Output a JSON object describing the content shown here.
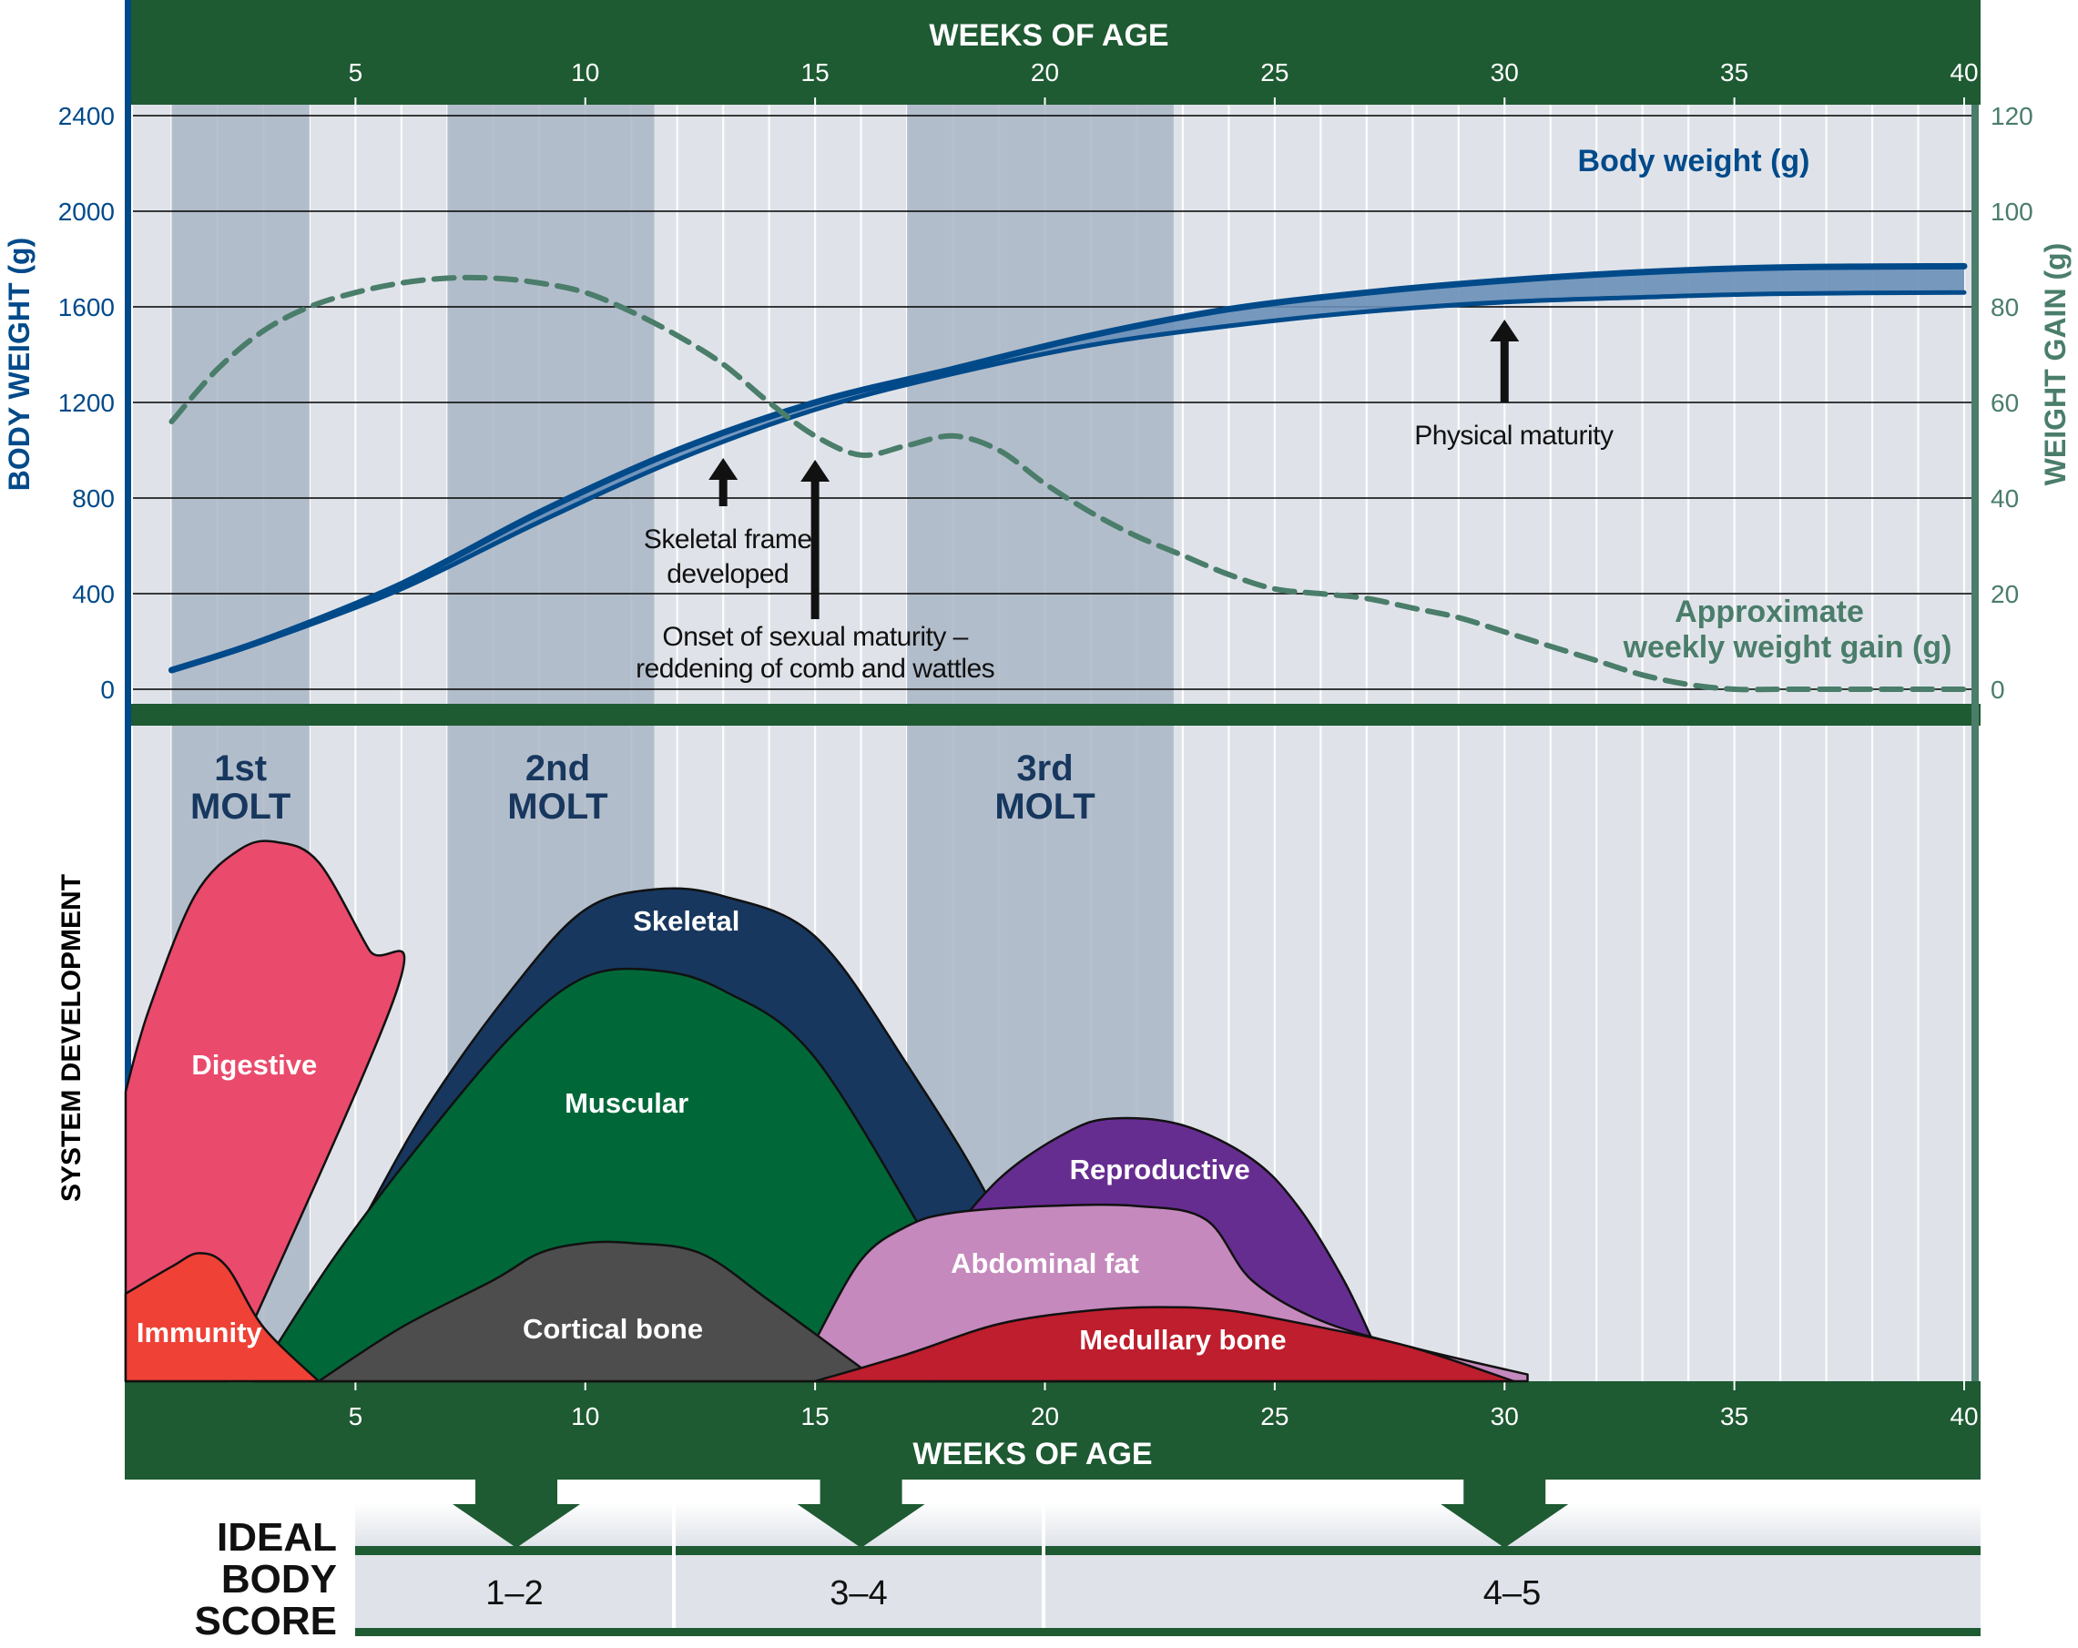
{
  "chart_data": [
    {
      "type": "line",
      "title": "",
      "xlabel": "WEEKS OF AGE",
      "ylabel_left": "BODY WEIGHT (g)",
      "ylabel_right": "WEIGHT GAIN (g)",
      "x_ticks": [
        5,
        10,
        15,
        20,
        25,
        30,
        35,
        40
      ],
      "xlim": [
        0,
        40
      ],
      "ylim_left": [
        0,
        2400
      ],
      "ylim_right": [
        0,
        120
      ],
      "y_ticks_left": [
        0,
        400,
        800,
        1200,
        1600,
        2000,
        2400
      ],
      "y_ticks_right": [
        0,
        20,
        40,
        60,
        80,
        100,
        120
      ],
      "grid": true,
      "series": [
        {
          "name": "Body weight (g)",
          "label": "Body weight (g)",
          "axis": "left",
          "color": "#004a8a",
          "kind": "band",
          "x": [
            1,
            3,
            6,
            9,
            12,
            15,
            18,
            21,
            24,
            27,
            30,
            33,
            36,
            40
          ],
          "lower": [
            80,
            200,
            420,
            700,
            960,
            1170,
            1320,
            1440,
            1520,
            1580,
            1620,
            1640,
            1655,
            1660
          ],
          "upper": [
            80,
            205,
            440,
            740,
            1000,
            1200,
            1340,
            1480,
            1590,
            1660,
            1710,
            1745,
            1765,
            1770
          ]
        },
        {
          "name": "Approximate weekly weight gain (g)",
          "label_line1": "Approximate",
          "label_line2": "weekly weight gain (g)",
          "axis": "right",
          "color": "#4a7d6a",
          "kind": "dashed",
          "x": [
            1,
            2,
            3,
            4,
            5,
            6,
            7,
            8,
            9,
            10,
            11,
            12,
            13,
            14,
            15,
            16,
            17,
            18,
            19,
            20,
            21,
            22,
            23,
            24,
            25,
            26,
            27,
            28,
            29,
            30,
            31,
            32,
            33,
            34,
            35,
            36,
            38,
            40
          ],
          "values": [
            56,
            67,
            75,
            80,
            83,
            85,
            86,
            86,
            85,
            83,
            79,
            74,
            68,
            60,
            53,
            49,
            51,
            53,
            50,
            43,
            37,
            32,
            28,
            24,
            21,
            20,
            19,
            17,
            15,
            12,
            9,
            6,
            3,
            1,
            0,
            0,
            0,
            0
          ]
        }
      ],
      "annotations": [
        {
          "id": "skeletal",
          "lines": [
            "Skeletal frame",
            "developed"
          ],
          "x": 13
        },
        {
          "id": "sexual",
          "lines": [
            "Onset of sexual maturity –",
            "reddening of comb and wattles"
          ],
          "x": 15
        },
        {
          "id": "physical",
          "lines": [
            "Physical maturity"
          ],
          "x": 30
        }
      ],
      "molts": [
        {
          "lines": [
            "1st",
            "MOLT"
          ],
          "start": 1,
          "end": 4,
          "center": 2.5
        },
        {
          "lines": [
            "2nd",
            "MOLT"
          ],
          "start": 7,
          "end": 11.5,
          "center": 9.4
        },
        {
          "lines": [
            "3rd",
            "MOLT"
          ],
          "start": 17,
          "end": 22.8,
          "center": 20
        }
      ]
    },
    {
      "type": "area",
      "title": "",
      "ylabel": "SYSTEM DEVELOPMENT",
      "xlabel": "WEEKS OF AGE",
      "x_ticks": [
        5,
        10,
        15,
        20,
        25,
        30,
        35,
        40
      ],
      "series": [
        {
          "name": "Skeletal",
          "color": "#17375e",
          "x": [
            2.8,
            4.5,
            6.5,
            8.5,
            10,
            11.5,
            13,
            15,
            17,
            19,
            20.2
          ],
          "values": [
            0,
            1.6,
            4.0,
            5.9,
            7.0,
            7.3,
            7.2,
            6.6,
            4.7,
            2.4,
            0
          ],
          "label_x": 12
        },
        {
          "name": "Digestive",
          "color": "#ea4a6c",
          "x": [
            0,
            0.5,
            1.5,
            2.5,
            3.3,
            4.2,
            5.3,
            5.9,
            2.2
          ],
          "values": [
            4.3,
            5.5,
            7.2,
            7.9,
            8.0,
            7.7,
            6.4,
            5.8,
            0
          ],
          "label_x": 2.8
        },
        {
          "name": "Muscular",
          "color": "#006838",
          "x": [
            2.8,
            4.5,
            6.5,
            8.5,
            10,
            11.5,
            13,
            15,
            17.7
          ],
          "values": [
            0,
            1.8,
            3.6,
            5.2,
            6.0,
            6.1,
            5.8,
            4.8,
            1.8
          ],
          "label_x": 11
        },
        {
          "name": "Reproductive",
          "color": "#662d91",
          "x": [
            17.5,
            19,
            20.5,
            21.5,
            23,
            24.5,
            25.5,
            26.5,
            27.2
          ],
          "values": [
            1.8,
            3.0,
            3.7,
            3.9,
            3.8,
            3.3,
            2.6,
            1.5,
            0.5
          ],
          "label_x": 22.5
        },
        {
          "name": "Abdominal fat",
          "color": "#c589bd",
          "x": [
            15,
            16,
            17,
            18,
            20,
            22,
            23.5,
            24.5,
            26,
            28,
            30.5
          ],
          "values": [
            0.6,
            1.8,
            2.3,
            2.5,
            2.6,
            2.6,
            2.4,
            1.5,
            0.9,
            0.5,
            0.1
          ],
          "label_x": 20
        },
        {
          "name": "Immunity",
          "color": "#ef4136",
          "x": [
            0,
            1,
            1.6,
            2.2,
            3,
            4.2
          ],
          "values": [
            1.3,
            1.7,
            1.9,
            1.7,
            0.8,
            0
          ],
          "label_x": 1.6
        },
        {
          "name": "Cortical bone",
          "color": "#4d4d4d",
          "x": [
            4.2,
            6,
            8,
            9,
            10,
            11,
            12.5,
            14,
            16
          ],
          "values": [
            0,
            0.8,
            1.5,
            1.9,
            2.05,
            2.05,
            1.9,
            1.2,
            0.2
          ],
          "label_x": 10.5
        },
        {
          "name": "Medullary bone",
          "color": "#be1e2d",
          "x": [
            15,
            17,
            19,
            21,
            22.5,
            24,
            26,
            28,
            30.2
          ],
          "values": [
            0,
            0.4,
            0.85,
            1.05,
            1.1,
            1.05,
            0.8,
            0.5,
            0
          ]
        }
      ]
    }
  ],
  "body_score": {
    "title_lines": [
      "IDEAL",
      "BODY",
      "SCORE"
    ],
    "ranges": [
      {
        "label": "1–2",
        "start": 5,
        "end": 12,
        "arrow_x": 8.5
      },
      {
        "label": "3–4",
        "start": 12,
        "end": 20,
        "arrow_x": 16
      },
      {
        "label": "4–5",
        "start": 20,
        "end": 40,
        "arrow_x": 30
      }
    ]
  }
}
